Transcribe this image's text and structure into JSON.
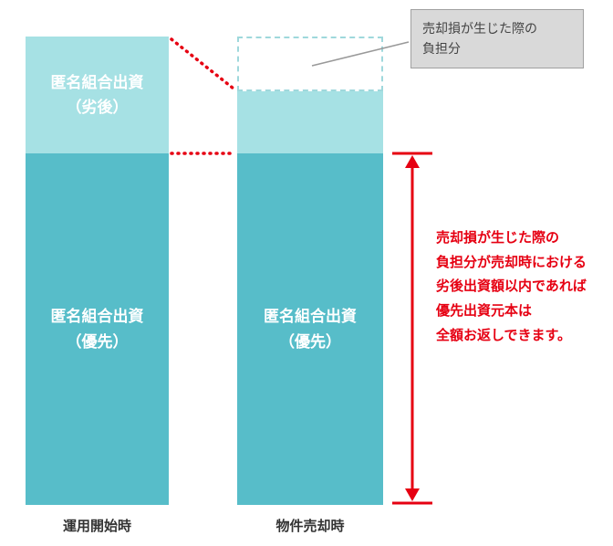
{
  "diagram": {
    "left_bar": {
      "subordinated_label": "匿名組合出資\n（劣後）",
      "senior_label": "匿名組合出資\n（優先）",
      "axis_label": "運用開始時"
    },
    "right_bar": {
      "senior_label": "匿名組合出資\n（優先）",
      "axis_label": "物件売却時"
    },
    "callout": {
      "text": "売却損が生じた際の\n負担分"
    },
    "annotation": {
      "text": "売却損が生じた際の\n負担分が売却時における\n劣後出資額以内であれば\n優先出資元本は\n全額お返しできます。"
    }
  },
  "colors": {
    "light_teal": "#a6e1e4",
    "dark_teal": "#57bdc9",
    "dash_teal": "#9fd8dc",
    "red": "#e60012",
    "callout_bg": "#d9d9d9",
    "callout_border": "#a0a0a0",
    "pointer_gray": "#999999",
    "label_color": "#333333"
  }
}
